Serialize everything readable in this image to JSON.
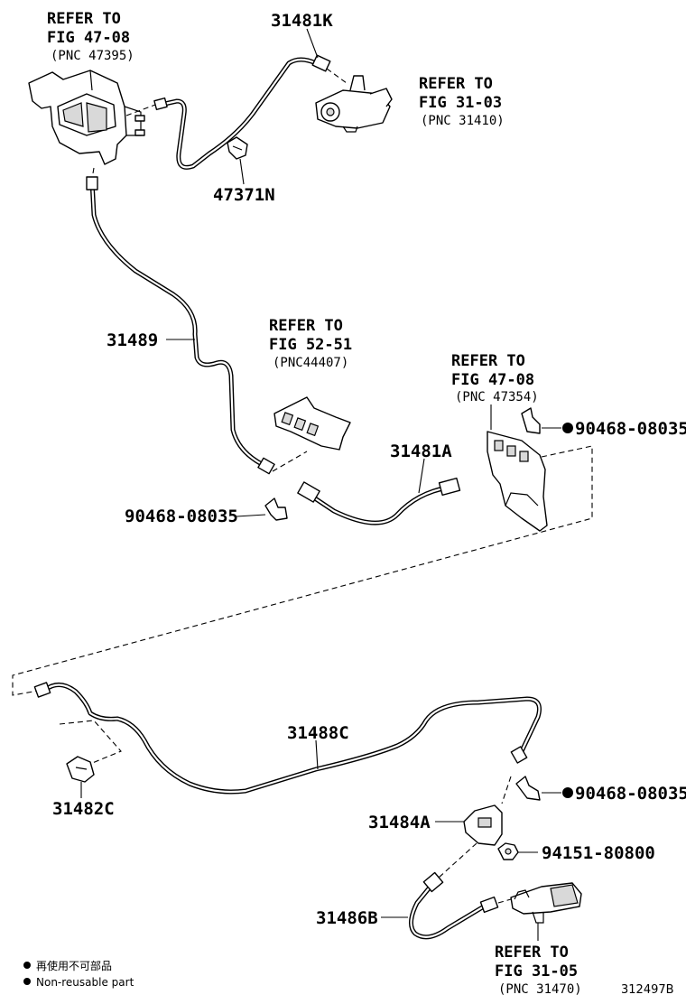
{
  "parts": {
    "p31481K": "31481K",
    "p47371N": "47371N",
    "p31489": "31489",
    "p31481A": "31481A",
    "p90468_mid": "90468-08035",
    "p90468_right_top": "90468-08035",
    "p31488C": "31488C",
    "p31482C": "31482C",
    "p90468_right_bottom": "90468-08035",
    "p31484A": "31484A",
    "p94151": "94151-80800",
    "p31486B": "31486B"
  },
  "refs": [
    {
      "line1": "REFER TO",
      "line2": "FIG 47-08",
      "line3": "(PNC 47395)"
    },
    {
      "line1": "REFER TO",
      "line2": "FIG 31-03",
      "line3": "(PNC 31410)"
    },
    {
      "line1": "REFER TO",
      "line2": "FIG 52-51",
      "line3": "(PNC44407)"
    },
    {
      "line1": "REFER TO",
      "line2": "FIG 47-08",
      "line3": "(PNC 47354)"
    },
    {
      "line1": "REFER TO",
      "line2": "FIG 31-05",
      "line3": "(PNC 31470)"
    }
  ],
  "legend": {
    "line1": "再使用不可部品",
    "line2": "Non-reusable part"
  },
  "figure_number": "312497B"
}
